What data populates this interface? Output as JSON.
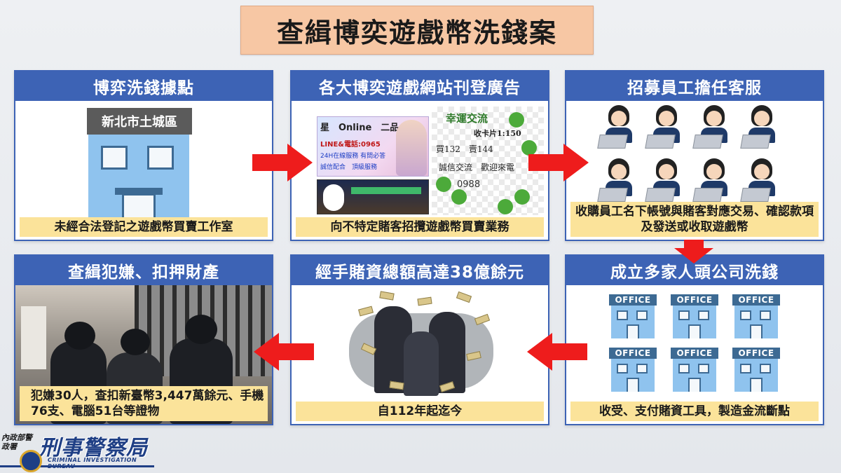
{
  "title": "查緝博奕遊戲幣洗錢案",
  "cards": [
    {
      "id": "c1",
      "heading": "博弈洗錢據點",
      "caption": "未經合法登記之遊戲幣買賣工作室",
      "district": "新北市土城區"
    },
    {
      "id": "c2",
      "heading": "各大博奕遊戲網站刊登廣告",
      "caption": "向不特定賭客招攬遊戲幣買賣業務",
      "ad_left": {
        "line1": "星　Online　二品",
        "line2": "LINE&電話:0965",
        "line3": "24H在線服務 有問必答",
        "line4": "誠信配合　頂級服務"
      },
      "ad_right": {
        "line1": "幸運交流",
        "line2": "收卡片1:150",
        "line3": "買132　賣144",
        "line4": "誠信交流　歡迎來電",
        "line5": "0988"
      }
    },
    {
      "id": "c3",
      "heading": "招募員工擔任客服",
      "caption": "收購員工名下帳號與賭客對應交易、確認款項及發送或收取遊戲幣"
    },
    {
      "id": "c4",
      "heading": "成立多家人頭公司洗錢",
      "caption": "收受、支付賭資工具，製造金流斷點",
      "office_label": "OFFICE"
    },
    {
      "id": "c5",
      "heading": "經手賭資總額高達38億餘元",
      "caption": "自112年起迄今"
    },
    {
      "id": "c6",
      "heading": "查緝犯嫌、扣押財產",
      "caption": "犯嫌30人，查扣新臺幣3,447萬餘元、手機76支、電腦51台等證物"
    }
  ],
  "logo": {
    "org": "內政部警政署",
    "name": "刑事警察局",
    "english": "CRIMINAL INVESTIGATION BUREAU"
  },
  "colors": {
    "header_blue": "#3d63b5",
    "caption_yellow": "#fbe39a",
    "arrow_red": "#ee1c1c",
    "title_bg": "#f7c7a4"
  }
}
